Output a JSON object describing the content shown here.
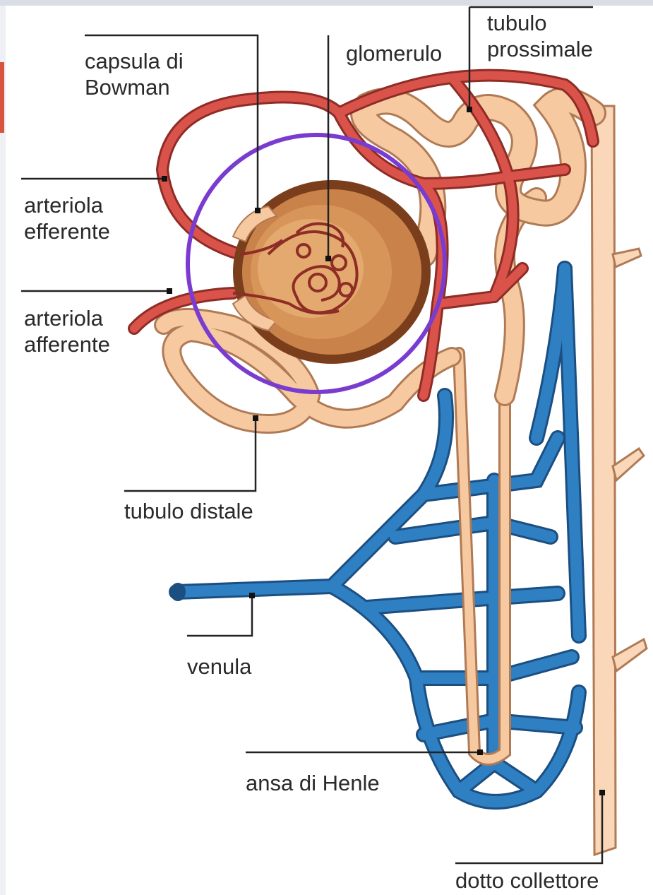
{
  "labels": {
    "capsula": [
      "capsula di",
      "Bowman"
    ],
    "glomerulo": [
      "glomerulo"
    ],
    "tubulo_prossimale": [
      "tubulo",
      "prossimale"
    ],
    "arteriola_efferente": [
      "arteriola",
      "efferente"
    ],
    "arteriola_afferente": [
      "arteriola",
      "afferente"
    ],
    "tubulo_distale": [
      "tubulo distale"
    ],
    "venula": [
      "venula"
    ],
    "ansa_henle": [
      "ansa di Henle"
    ],
    "dotto_collettore": [
      "dotto collettore"
    ]
  },
  "colors": {
    "artery": "#d9534a",
    "artery_dark": "#8e2c26",
    "vein": "#2f7fc3",
    "vein_dark": "#1b4f82",
    "tubule": "#f6c9a0",
    "tubule_dark": "#b07a55",
    "capsule": "#c9834a",
    "capsule_dark": "#7a3e1c",
    "highlight_circle": "#7a3bd1",
    "accent_left": "#d8553d",
    "leader": "#222222"
  }
}
